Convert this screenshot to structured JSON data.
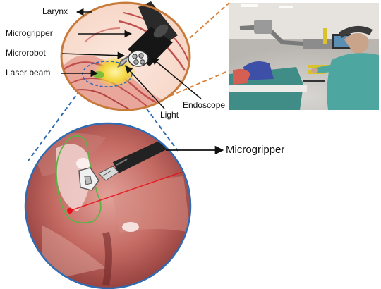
{
  "labels": {
    "larynx": "Larynx",
    "microgripper": "Microgripper",
    "microrobot": "Microrobot",
    "laser_beam": "Laser beam",
    "light": "Light",
    "endoscope": "Endoscope",
    "microgripper_zoom": "Microgripper"
  },
  "colors": {
    "oval_outline": "#c87a3a",
    "tissue_pink": "#e8a59a",
    "tissue_red": "#c0504d",
    "zoom_ring": "#2d6bb5",
    "dashed_blue": "#2d6bb5",
    "dashed_orange": "#d9823b",
    "laser_dot": "#e8101a",
    "tumor_outline": "#5bb347",
    "light_yellow": "#f2d43a"
  },
  "icons": {
    "arrow": "black-arrow-icon"
  }
}
